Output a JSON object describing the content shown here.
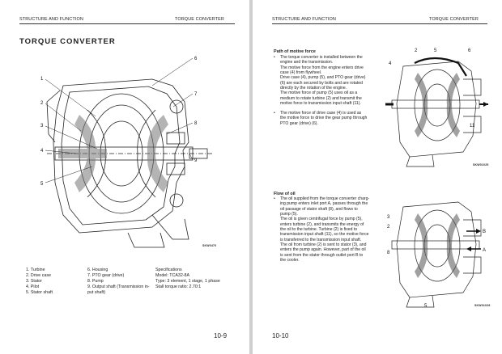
{
  "header": {
    "left_section": "STRUCTURE AND FUNCTION",
    "left_topic": "TORQUE CONVERTER",
    "right_section": "STRUCTURE AND FUNCTION",
    "right_topic": "TORQUE CONVERTER"
  },
  "left_page": {
    "title": "TORQUE CONVERTER",
    "figure_labels": [
      "1",
      "2",
      "3",
      "4",
      "5",
      "6",
      "7",
      "8",
      "9"
    ],
    "figure_code": "SKW0470",
    "parts_col1": [
      "1.  Turbine",
      "2.  Drive case",
      "3.  Stator",
      "4.  Pilot",
      "5.  Stator shaft"
    ],
    "parts_col2": [
      "6.  Housing",
      "7.  PTO gear (drive)",
      "8.  Pump",
      "9.  Output shaft (Transmission in-",
      "     put shaft)"
    ],
    "specs": [
      "Specifications",
      "Model: TCA32-8A",
      "Type: 3 element, 1 stage, 1 phase",
      "Stall torque ratio: 2.70:1"
    ],
    "page_number": "10-9"
  },
  "right_page": {
    "section1": {
      "title": "Path of motive force",
      "bullet1": [
        "The torque converter is installed between the",
        "engine and the transmission.",
        "The motive force from the engine enters drive",
        "case (4) from flywheel.",
        "Drive case (4), pump (5), and PTO gear (drive)",
        "(6) are each secured by bolts and are rotated",
        "directly by the rotation of the engine.",
        "The motive force of pump (5) uses oil as a",
        "medium to rotate turbine (2) and transmit the",
        "motive force to transmission input shaft (11)."
      ],
      "bullet2": [
        "The motive force of drive case (4) is used as",
        "the motive force to drive the gear pump through",
        "PTO gear (drive) (6)."
      ],
      "figure_labels": [
        "2",
        "5",
        "6",
        "4",
        "11"
      ],
      "figure_code": "SKW01025"
    },
    "section2": {
      "title": "Flow of oil",
      "bullet1": [
        "The oil supplied from the torque converter charg-",
        "ing pump enters inlet port A, passes through the",
        "oil passage of stator shaft (8), and flows to",
        "pump (5).",
        "The oil is given centrifugal force by pump (5),",
        "enters turbine (2), and transmits the energy of",
        "the oil to the turbine. Turbine (2) is fixed to",
        "transmission input shaft (11), so the motive force",
        "is transferred to the transmission input shaft.",
        "The oil from turbine (2) is sent to stator (3), and",
        "enters the pump again. However, part of the oil",
        "is sent from the stator through outlet port B to",
        "the cooler."
      ],
      "figure_labels": [
        "3",
        "2",
        "8",
        "B",
        "A",
        "5"
      ],
      "figure_code": "SKW01026"
    },
    "page_number": "10-10"
  }
}
